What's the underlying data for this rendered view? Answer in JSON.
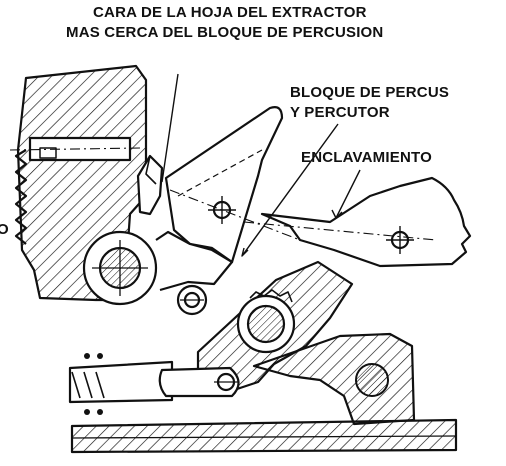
{
  "labels": {
    "extractor_face_line1": "CARA DE LA HOJA DEL EXTRACTOR",
    "extractor_face_line2": "MAS CERCA DEL BLOQUE DE PERCUSION",
    "firing_block_line1": "BLOQUE DE PERCUS",
    "firing_block_line2": "Y PERCUTOR",
    "locking": "ENCLAVAMIENTO",
    "left_fragment": "O"
  },
  "colors": {
    "ink": "#111111",
    "paper": "#ffffff"
  }
}
